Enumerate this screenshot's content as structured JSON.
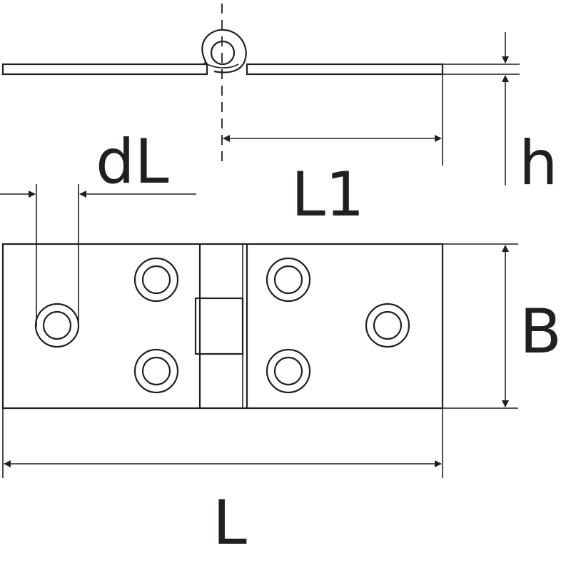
{
  "labels": {
    "dL": "dL",
    "L1": "L1",
    "h": "h",
    "B": "B",
    "L": "L"
  },
  "colors": {
    "ink": "#231f20",
    "paper": "#ffffff"
  }
}
